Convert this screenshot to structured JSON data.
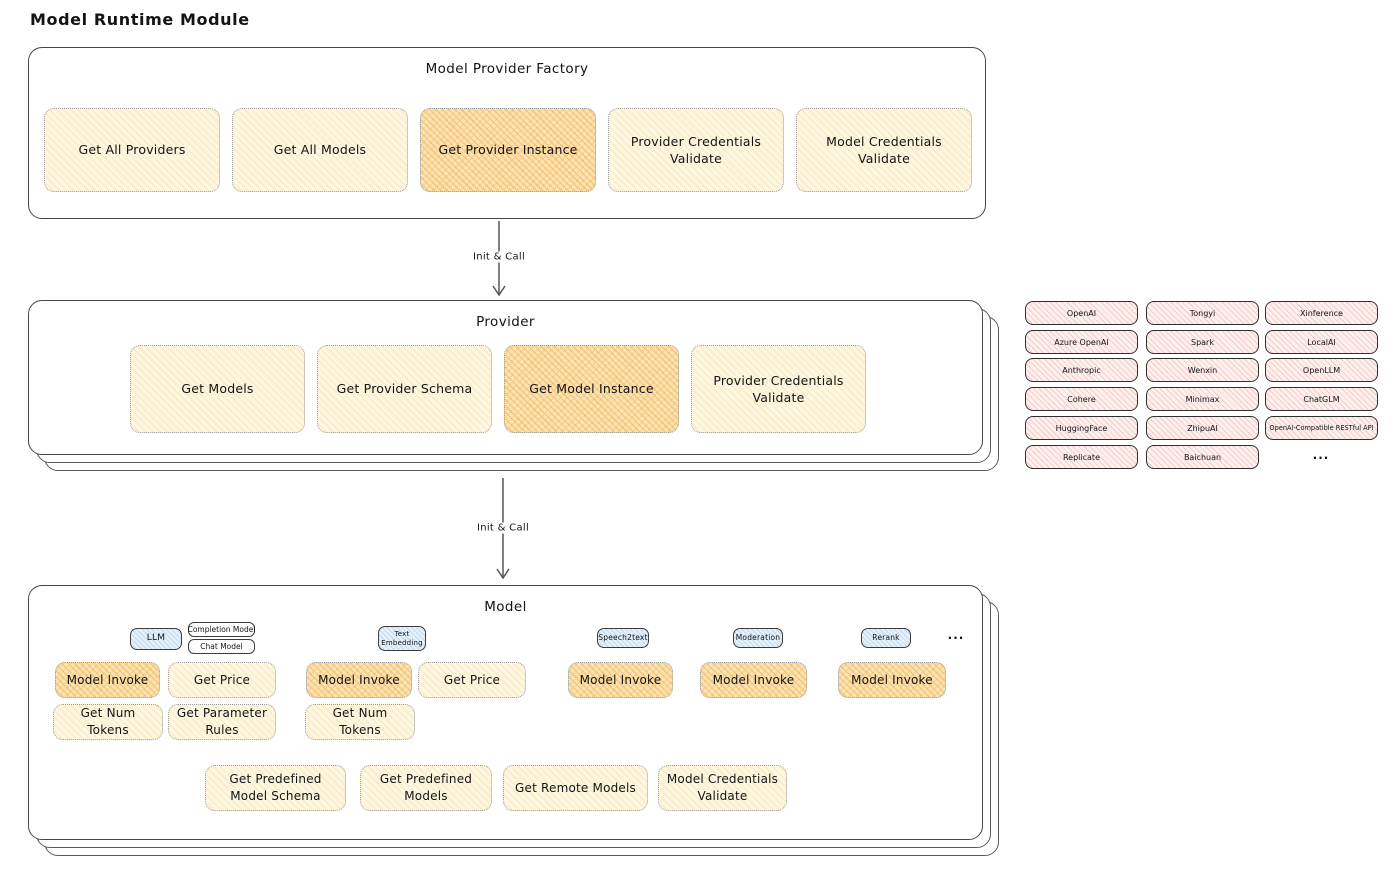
{
  "page_title": "Model Runtime Module",
  "arrows": {
    "label": "Init & Call"
  },
  "factory": {
    "title": "Model Provider Factory",
    "buttons": [
      {
        "label": "Get All Providers",
        "highlighted": false
      },
      {
        "label": "Get All Models",
        "highlighted": false
      },
      {
        "label": "Get Provider Instance",
        "highlighted": true
      },
      {
        "label": "Provider Credentials Validate",
        "highlighted": false
      },
      {
        "label": "Model Credentials Validate",
        "highlighted": false
      }
    ]
  },
  "provider": {
    "title": "Provider",
    "buttons": [
      {
        "label": "Get Models",
        "highlighted": false
      },
      {
        "label": "Get Provider Schema",
        "highlighted": false
      },
      {
        "label": "Get Model Instance",
        "highlighted": true
      },
      {
        "label": "Provider Credentials Validate",
        "highlighted": false
      }
    ]
  },
  "provider_list": {
    "items": [
      "OpenAI",
      "Tongyi",
      "Xinference",
      "Azure OpenAI",
      "Spark",
      "LocalAI",
      "Anthropic",
      "Wenxin",
      "OpenLLM",
      "Cohere",
      "Minimax",
      "ChatGLM",
      "HuggingFace",
      "ZhipuAI",
      "OpenAI-Compatible RESTful API",
      "Replicate",
      "Baichuan"
    ],
    "more": "..."
  },
  "model": {
    "title": "Model",
    "types": [
      {
        "tag": "LLM",
        "sub_tags": [
          "Completion Model",
          "Chat Model"
        ]
      },
      {
        "tag": "Text Embedding"
      },
      {
        "tag": "Speech2text"
      },
      {
        "tag": "Moderation"
      },
      {
        "tag": "Rerank"
      }
    ],
    "more": "...",
    "capability_buttons": [
      {
        "label": "Model Invoke",
        "highlighted": true
      },
      {
        "label": "Get Price",
        "highlighted": false
      },
      {
        "label": "Model Invoke",
        "highlighted": true
      },
      {
        "label": "Get Price",
        "highlighted": false
      },
      {
        "label": "Model Invoke",
        "highlighted": true
      },
      {
        "label": "Model Invoke",
        "highlighted": true
      },
      {
        "label": "Model Invoke",
        "highlighted": true
      },
      {
        "label": "Get Num Tokens",
        "highlighted": false
      },
      {
        "label": "Get Parameter Rules",
        "highlighted": false
      },
      {
        "label": "Get Num Tokens",
        "highlighted": false
      },
      {
        "label": "Get Predefined Model Schema",
        "highlighted": false
      },
      {
        "label": "Get Predefined Models",
        "highlighted": false
      },
      {
        "label": "Get Remote Models",
        "highlighted": false
      },
      {
        "label": "Model Credentials Validate",
        "highlighted": false
      }
    ]
  },
  "colors": {
    "highlight_fill": "#f5c26b",
    "normal_fill": "#fdf7e1",
    "provider_fill": "#fdf0ee",
    "type_tag_fill": "#e4f0fa",
    "border": "#474747"
  }
}
